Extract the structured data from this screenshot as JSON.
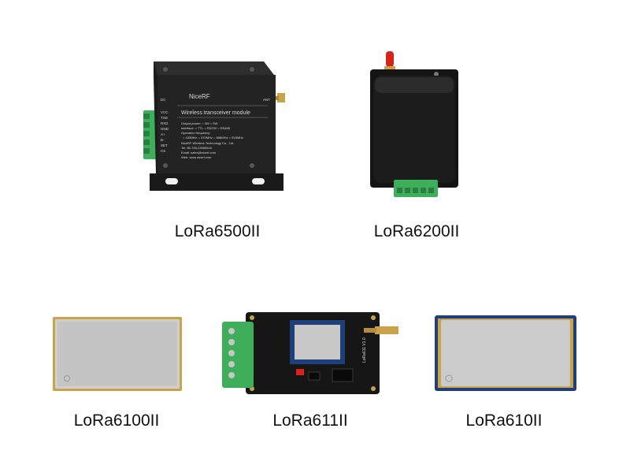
{
  "products": [
    {
      "id": "lora6500ii",
      "caption": "LoRa6500II",
      "brand": "NiceRF",
      "module_title": "Wireless transceiver module",
      "pins": [
        "DC",
        "VCC",
        "TXD",
        "RXD",
        "GND",
        "A+",
        "B-",
        "SET",
        "CS"
      ],
      "antenna_label": "ANT",
      "specs": [
        "Output power: ○ 3W  ○ 5W",
        "Interface: ○ TTL  ○ RS232  ○ RS485",
        "Operation frequency:",
        "○ 433MHz  ○ 470MHz  ○ 868MHz  ○ 915MHz",
        "NiceRF Wireless Technology Co., Ltd.",
        "Tel: 86-755-23080616",
        "Email: sales@nicerf.com",
        "Web: www.nicerf.com"
      ]
    },
    {
      "id": "lora6200ii",
      "caption": "LoRa6200II"
    },
    {
      "id": "lora6100ii",
      "caption": "LoRa6100II"
    },
    {
      "id": "lora611ii",
      "caption": "LoRa611II",
      "board_label": "LoRa611 V1.0"
    },
    {
      "id": "lora610ii",
      "caption": "LoRa610II"
    }
  ],
  "colors": {
    "background": "#ffffff",
    "enclosure": "#1c1c1c",
    "terminal_green": "#3fae5a",
    "shield_silver": "#c9c9c9",
    "pcb_black": "#161616",
    "gold": "#c9a24a",
    "antenna_red": "#d8231b",
    "pcb_blue": "#1f3f7a"
  }
}
